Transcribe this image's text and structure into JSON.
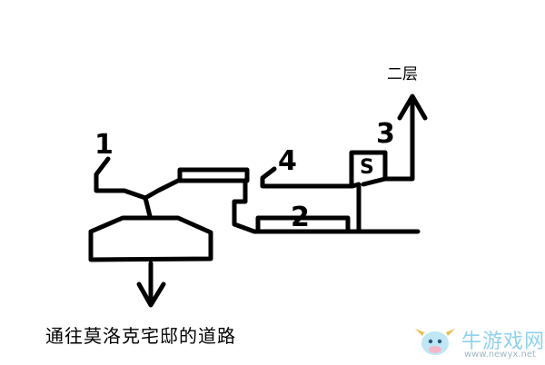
{
  "map": {
    "labels": {
      "one": "1",
      "two": "2",
      "three": "3",
      "four": "4",
      "save": "S",
      "upstairs": "二层",
      "mansion_path": "通往莫洛克宅邸的道路"
    },
    "line_color": "#000000",
    "background": "#ffffff"
  },
  "watermark": {
    "brand": "牛游戏网",
    "url": "www.newyx.net",
    "color": "#8fd1ee",
    "icon": "cartoon-cow-logo"
  }
}
